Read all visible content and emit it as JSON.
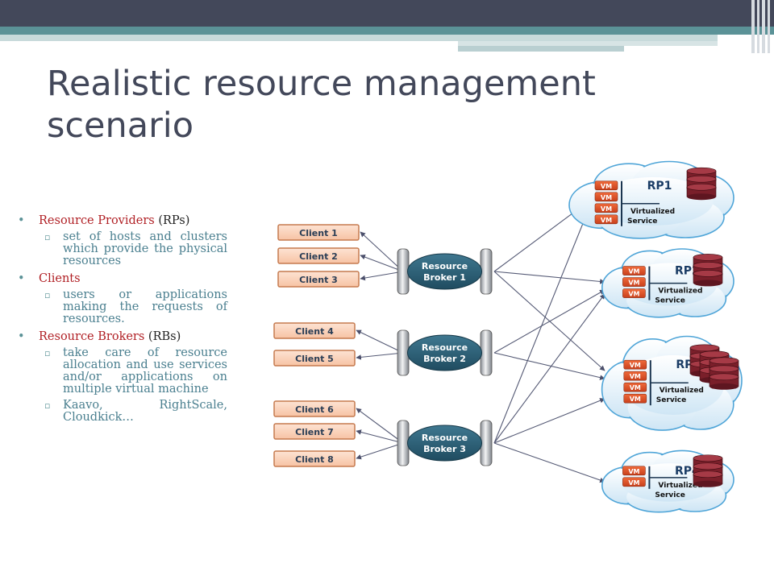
{
  "title": "Realistic resource management scenario",
  "bullets": [
    {
      "highlight": "Resource Providers",
      "rest": " (RPs)",
      "sub": [
        "set of hosts and clusters which provide the physical resources"
      ]
    },
    {
      "highlight": "Clients",
      "rest": "",
      "sub": [
        "users or applications making the requests of resources."
      ]
    },
    {
      "highlight": "Resource Brokers",
      "rest": " (RBs)",
      "sub": [
        " take care of resource allocation and use services and/or applications on multiple virtual machine",
        "Kaavo, RightScale, Cloudkick…"
      ]
    }
  ],
  "diagram": {
    "clients": [
      "Client 1",
      "Client 2",
      "Client 3",
      "Client 4",
      "Client 5",
      "Client 6",
      "Client 7",
      "Client 8"
    ],
    "brokers": [
      [
        "Resource",
        "Broker 1"
      ],
      [
        "Resource",
        "Broker 2"
      ],
      [
        "Resource",
        "Broker 3"
      ]
    ],
    "providers": [
      "RP1",
      "RP2",
      "RP3",
      "RP4"
    ],
    "vm_label": "VM",
    "virtualized_service": [
      "Virtualized",
      "Service"
    ]
  }
}
